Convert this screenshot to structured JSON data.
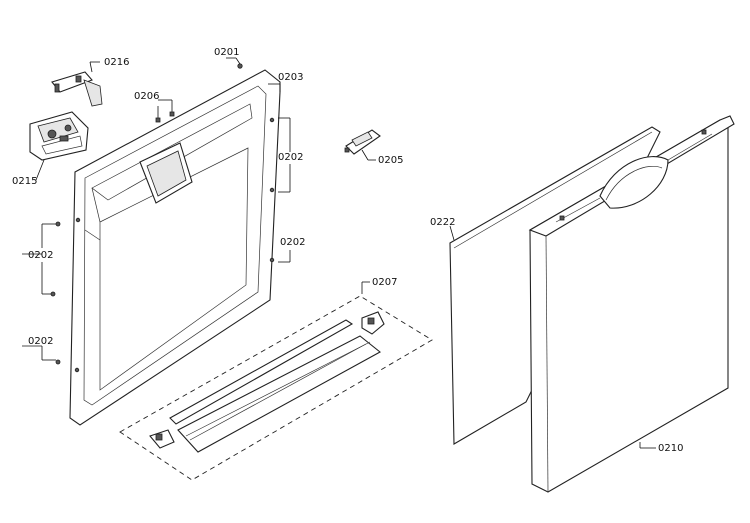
{
  "labels": {
    "l0216": "0216",
    "l0201": "0201",
    "l0206": "0206",
    "l0203": "0203",
    "l0215": "0215",
    "l0205": "0205",
    "l0202a": "0202",
    "l0202b": "0202",
    "l0202c": "0202",
    "l0202d": "0202",
    "l0207": "0207",
    "l0222": "0222",
    "l0210": "0210"
  }
}
